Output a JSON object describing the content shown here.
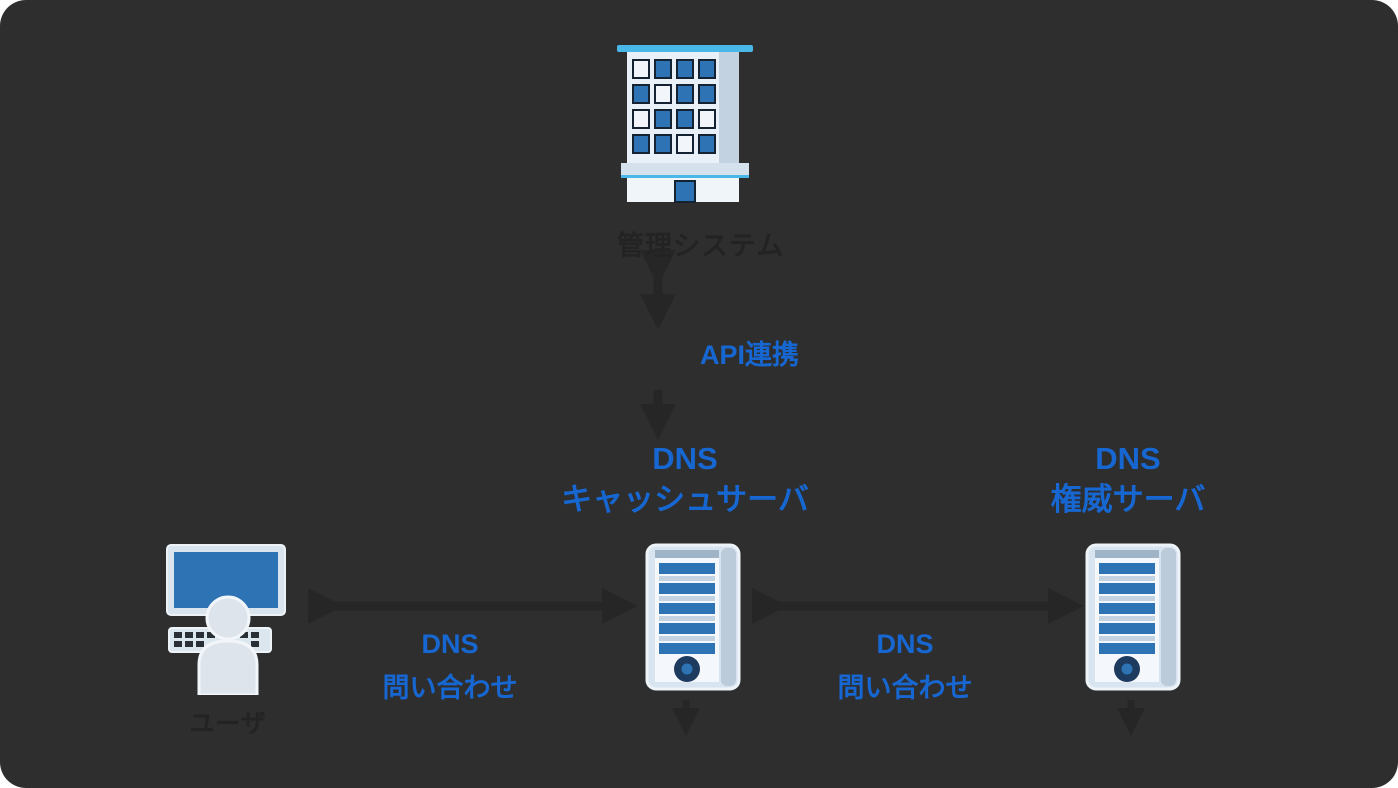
{
  "colors": {
    "background": "#2e2e2e",
    "accent_blue": "#1767d2",
    "faint_text": "#232323",
    "icon_blue": "#2e74b5",
    "icon_light": "#d9e4ee",
    "roof_cyan": "#49b8e8"
  },
  "nodes": {
    "building": {
      "label": "管理システム"
    },
    "user": {
      "label": "ユーザ"
    },
    "cache_server": {
      "title_line1": "DNS",
      "title_line2": "キャッシュサーバ"
    },
    "auth_server": {
      "title_line1": "DNS",
      "title_line2": "権威サーバ"
    }
  },
  "edges": {
    "api_link": {
      "label": "API連携"
    },
    "user_query": {
      "line1": "DNS",
      "line2": "問い合わせ"
    },
    "upstream_query": {
      "line1": "DNS",
      "line2": "問い合わせ"
    }
  }
}
